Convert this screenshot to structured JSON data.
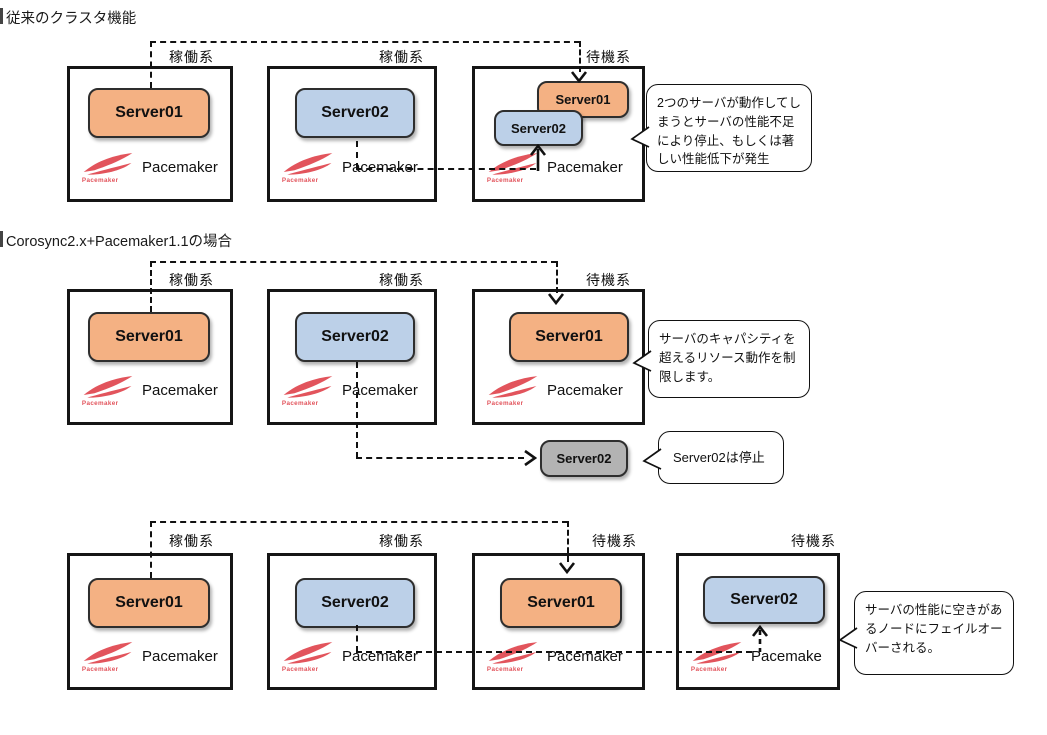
{
  "sections": {
    "section1_title": "従来のクラスタ機能",
    "section2_title": "Corosync2.x+Pacemaker1.1の場合"
  },
  "branding": {
    "pacemaker": "Pacemaker",
    "logo_text": "Pacemaker"
  },
  "row1": {
    "node1": {
      "role": "稼働系",
      "server": "Server01"
    },
    "node2": {
      "role": "稼働系",
      "server": "Server02"
    },
    "node3": {
      "role": "待機系",
      "server_top": "Server01",
      "server_bottom": "Server02"
    },
    "bubble": "2つのサーバが動作してしまうとサーバの性能不足により停止、もしくは著しい性能低下が発生"
  },
  "row2": {
    "node1": {
      "role": "稼働系",
      "server": "Server01"
    },
    "node2": {
      "role": "稼働系",
      "server": "Server02"
    },
    "node3": {
      "role": "待機系",
      "server": "Server01"
    },
    "bubble": "サーバのキャパシティを超えるリソース動作を制限します。",
    "stopped": {
      "server": "Server02",
      "bubble": "Server02は停止"
    }
  },
  "row3": {
    "node1": {
      "role": "稼働系",
      "server": "Server01"
    },
    "node2": {
      "role": "稼働系",
      "server": "Server02"
    },
    "node3": {
      "role": "待機系",
      "server": "Server01"
    },
    "node4": {
      "role": "待機系",
      "server": "Server02",
      "pacemaker_label": "Pacemake"
    },
    "bubble": "サーバの性能に空きがあるノードにフェイルオーバーされる。"
  },
  "colors": {
    "active_server": "#F4B183",
    "standby_server": "#BCD0E8",
    "stopped_server": "#B3B3B3",
    "pacemaker_red": "#E2545C",
    "line": "#111111"
  }
}
